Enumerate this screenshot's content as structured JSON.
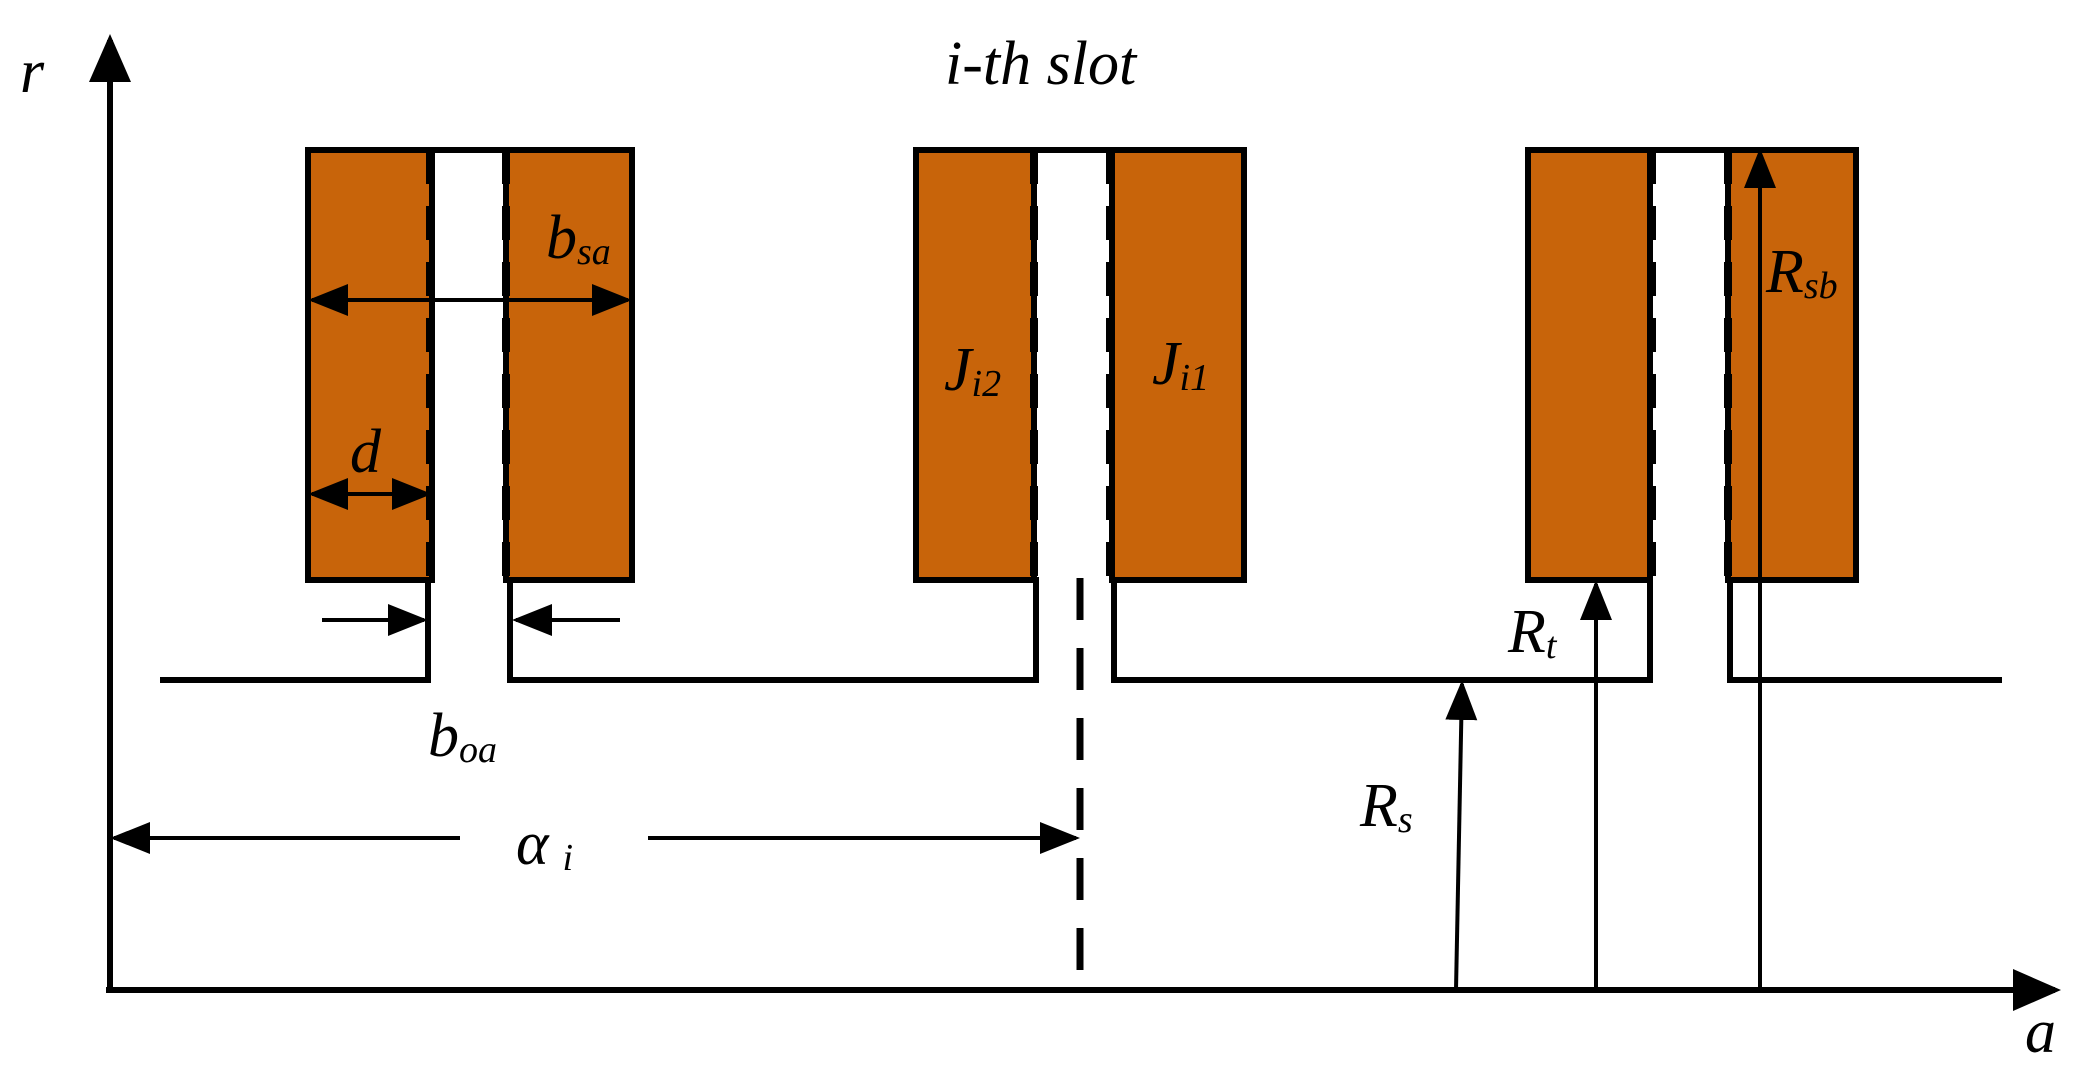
{
  "title": "i-th slot",
  "axes": {
    "y_label": "r",
    "x_label": "a"
  },
  "labels": {
    "b_sa": {
      "main": "b",
      "sub": "sa"
    },
    "d": {
      "main": "d"
    },
    "b_oa": {
      "main": "b",
      "sub": "oa"
    },
    "alpha_i": {
      "main": "α",
      "sub": "i"
    },
    "J_i2": {
      "main": "J",
      "sub": "i2"
    },
    "J_i1": {
      "main": "J",
      "sub": "i1"
    },
    "R_sb": {
      "main": "R",
      "sub": "sb"
    },
    "R_t": {
      "main": "R",
      "sub": "t"
    },
    "R_s": {
      "main": "R",
      "sub": "s"
    }
  },
  "colors": {
    "coil_fill": "#c8640a",
    "line": "#000000",
    "background": "#ffffff"
  }
}
